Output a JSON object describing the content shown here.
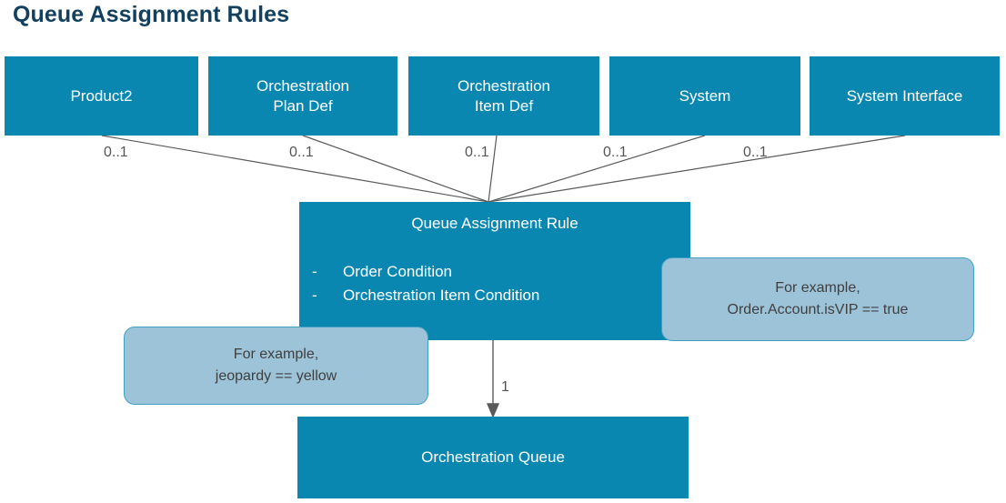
{
  "page": {
    "title": "Queue Assignment Rules",
    "title_color": "#13405e",
    "background": "#ffffff"
  },
  "colors": {
    "entity_fill": "#0a87b0",
    "entity_text": "#ffffff",
    "callout_fill": "#9dc3d8",
    "callout_border": "#3fa0c4",
    "callout_text": "#3f3f3f",
    "connector": "#5a5a5a"
  },
  "entities": {
    "top_row": [
      {
        "id": "product2",
        "label": "Product2",
        "multiplicity": "0..1"
      },
      {
        "id": "orchestration-plan-def",
        "label": "Orchestration\nPlan Def",
        "multiplicity": "0..1"
      },
      {
        "id": "orchestration-item-def",
        "label": "Orchestration\nItem Def",
        "multiplicity": "0..1"
      },
      {
        "id": "system",
        "label": "System",
        "multiplicity": "0..1"
      },
      {
        "id": "system-interface",
        "label": "System Interface",
        "multiplicity": "0..1"
      }
    ],
    "center": {
      "id": "queue-assignment-rule",
      "label": "Queue Assignment Rule",
      "attributes": [
        {
          "bullet": "-",
          "label": "Order Condition"
        },
        {
          "bullet": "-",
          "label": "Orchestration Item Condition"
        }
      ]
    },
    "bottom": {
      "id": "orchestration-queue",
      "label": "Orchestration Queue",
      "multiplicity": "1"
    }
  },
  "callouts": [
    {
      "id": "order-condition-example",
      "text": "For example,\nOrder.Account.isVIP == true",
      "points_to": "Order Condition"
    },
    {
      "id": "orchestration-item-condition-example",
      "text": "For example,\njeopardy == yellow",
      "points_to": "Orchestration Item Condition"
    }
  ]
}
